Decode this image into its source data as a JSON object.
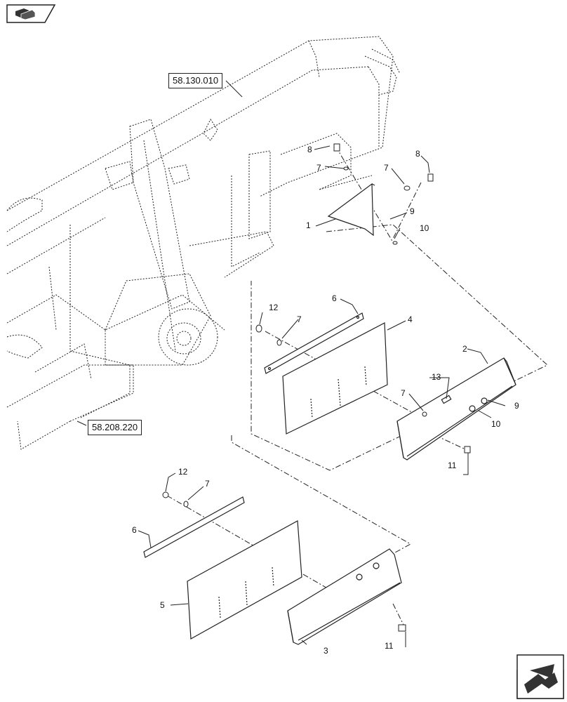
{
  "references": {
    "upper_ref": "58.130.010",
    "lower_ref": "58.208.220"
  },
  "callouts": {
    "c1": "1",
    "c2": "2",
    "c3": "3",
    "c4": "4",
    "c5": "5",
    "c6a": "6",
    "c6b": "6",
    "c7a": "7",
    "c7b": "7",
    "c7c": "7",
    "c7d": "7",
    "c7e": "7",
    "c8a": "8",
    "c8b": "8",
    "c9a": "9",
    "c9b": "9",
    "c10a": "10",
    "c10b": "10",
    "c11a": "11",
    "c11b": "11",
    "c12a": "12",
    "c12b": "12",
    "c13": "13"
  },
  "icons": {
    "top_left": "page-flip-icon",
    "bottom_right": "next-page-arrow-icon"
  },
  "colors": {
    "line": "#222222",
    "background": "#ffffff"
  }
}
